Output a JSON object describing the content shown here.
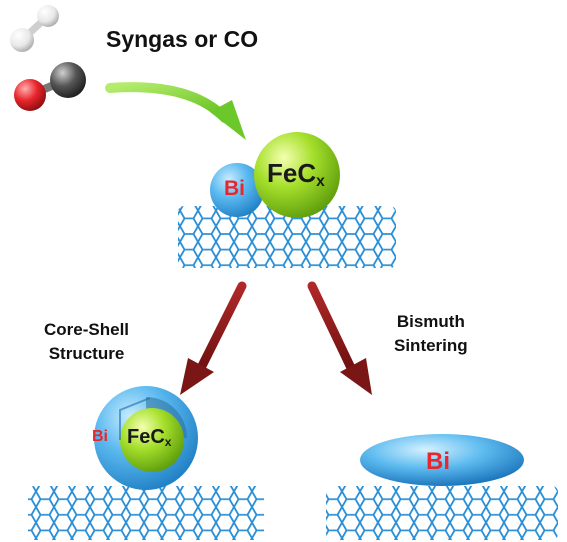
{
  "reactants": {
    "label": "Syngas or CO",
    "molecules": [
      "H2",
      "CO"
    ]
  },
  "top_particle": {
    "bi_label": "Bi",
    "fec_label": "FeC",
    "fec_subscript": "x"
  },
  "left_path": {
    "line1": "Core-Shell",
    "line2": "Structure",
    "bi_label": "Bi",
    "fec_label": "FeC",
    "fec_subscript": "x"
  },
  "right_path": {
    "line1": "Bismuth",
    "line2": "Sintering",
    "bi_label": "Bi"
  },
  "colors": {
    "bi_text": "#e8262c",
    "bi_sphere": "#4fb3ea",
    "fec_sphere": "#8fd420",
    "arrow_green": "#86d63a",
    "arrow_red": "#8c1c1c",
    "support_blue": "#2b8fd6",
    "oxygen": "#e8262c",
    "carbon": "#3f3f3f",
    "hydrogen": "#eaeaea"
  },
  "icons": [
    "h2-molecule-icon",
    "co-molecule-icon",
    "carbon-nanotube-support"
  ]
}
